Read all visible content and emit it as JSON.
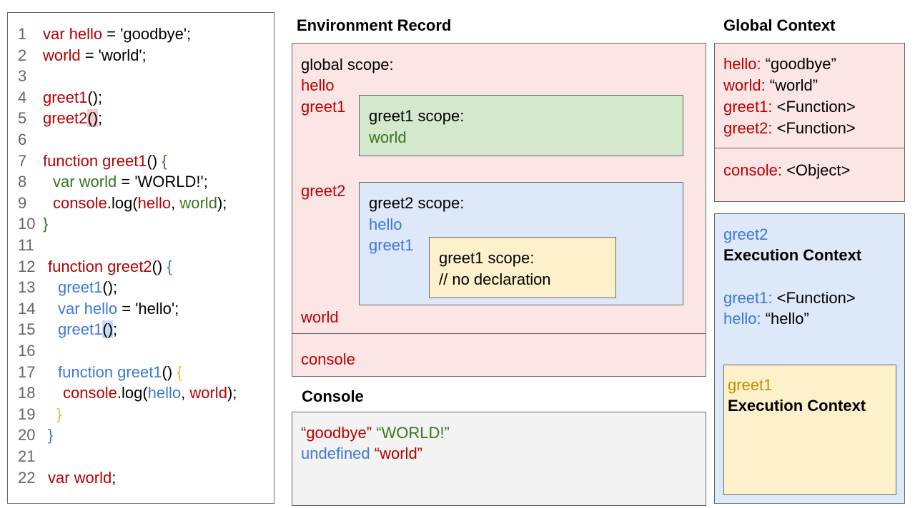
{
  "code": {
    "lines": [
      {
        "n": "1",
        "indent": 0,
        "tokens": [
          [
            "var hello",
            "r"
          ],
          [
            " = 'goodbye';",
            "k"
          ]
        ]
      },
      {
        "n": "2",
        "indent": 0,
        "tokens": [
          [
            "world",
            "r"
          ],
          [
            " = 'world';",
            "k"
          ]
        ]
      },
      {
        "n": "3",
        "indent": 0,
        "tokens": []
      },
      {
        "n": "4",
        "indent": 0,
        "tokens": [
          [
            "greet1",
            "r"
          ],
          [
            "();",
            "k"
          ]
        ]
      },
      {
        "n": "5",
        "indent": 0,
        "tokens": [
          [
            "greet2",
            "r"
          ],
          [
            "()",
            "hl-r"
          ],
          [
            ";",
            "k"
          ]
        ]
      },
      {
        "n": "6",
        "indent": 0,
        "tokens": []
      },
      {
        "n": "7",
        "indent": 0,
        "tokens": [
          [
            "function greet1",
            "r"
          ],
          [
            "() ",
            "k"
          ],
          [
            "{",
            "g"
          ]
        ]
      },
      {
        "n": "8",
        "indent": 14,
        "tokens": [
          [
            "var world",
            "g"
          ],
          [
            " = 'WORLD!';",
            "k"
          ]
        ]
      },
      {
        "n": "9",
        "indent": 14,
        "tokens": [
          [
            "console",
            "r"
          ],
          [
            ".log(",
            "k"
          ],
          [
            "hello",
            "r"
          ],
          [
            ", ",
            "k"
          ],
          [
            "world",
            "g"
          ],
          [
            ");",
            "k"
          ]
        ]
      },
      {
        "n": "10",
        "indent": 0,
        "tokens": [
          [
            "}",
            "g"
          ]
        ]
      },
      {
        "n": "11",
        "indent": 0,
        "tokens": []
      },
      {
        "n": "12",
        "indent": 7,
        "tokens": [
          [
            "function greet2",
            "r"
          ],
          [
            "() ",
            "k"
          ],
          [
            "{",
            "b"
          ]
        ]
      },
      {
        "n": "13",
        "indent": 21,
        "tokens": [
          [
            "greet1",
            "b"
          ],
          [
            "();",
            "k"
          ]
        ]
      },
      {
        "n": "14",
        "indent": 21,
        "tokens": [
          [
            "var hello",
            "b"
          ],
          [
            " = 'hello';",
            "k"
          ]
        ]
      },
      {
        "n": "15",
        "indent": 21,
        "tokens": [
          [
            "greet1",
            "b"
          ],
          [
            "()",
            "hl-b"
          ],
          [
            ";",
            "k"
          ]
        ]
      },
      {
        "n": "16",
        "indent": 0,
        "tokens": []
      },
      {
        "n": "17",
        "indent": 21,
        "tokens": [
          [
            "function greet1",
            "b"
          ],
          [
            "() ",
            "k"
          ],
          [
            "{",
            "y"
          ]
        ]
      },
      {
        "n": "18",
        "indent": 28,
        "tokens": [
          [
            "console",
            "r"
          ],
          [
            ".log(",
            "k"
          ],
          [
            "hello",
            "b"
          ],
          [
            ", ",
            "k"
          ],
          [
            "world",
            "r"
          ],
          [
            ");",
            "k"
          ]
        ]
      },
      {
        "n": "19",
        "indent": 19,
        "tokens": [
          [
            "}",
            "y"
          ]
        ]
      },
      {
        "n": "20",
        "indent": 7,
        "tokens": [
          [
            "}",
            "b"
          ]
        ]
      },
      {
        "n": "21",
        "indent": 0,
        "tokens": []
      },
      {
        "n": "22",
        "indent": 7,
        "tokens": [
          [
            "var world",
            "r"
          ],
          [
            ";",
            "k"
          ]
        ]
      }
    ]
  },
  "env": {
    "title": "Environment Record",
    "global_scope": "global scope:",
    "hello": "hello",
    "greet1": "greet1",
    "greet2": "greet2",
    "world": "world",
    "console": "console",
    "greet1_scope": {
      "title": "greet1 scope:",
      "var": "world"
    },
    "greet2_scope": {
      "title": "greet2 scope:",
      "vars": [
        "hello",
        "greet1"
      ]
    },
    "inner_greet1_scope": {
      "title": "greet1 scope:",
      "note": "// no declaration"
    }
  },
  "console": {
    "title": "Console",
    "line1": [
      "“goodbye”",
      "“WORLD!”"
    ],
    "line2": [
      "undefined",
      "“world”"
    ]
  },
  "global": {
    "title": "Global Context",
    "entries": [
      {
        "key": "hello:",
        "val": " “goodbye”"
      },
      {
        "key": "world:",
        "val": " “world”"
      },
      {
        "key": "greet1:",
        "val": " <Function>"
      },
      {
        "key": "greet2:",
        "val": " <Function>"
      }
    ],
    "console": {
      "key": "console:",
      "val": " <Object>"
    }
  },
  "greet2_ctx": {
    "name": "greet2",
    "label": "Execution Context",
    "entries": [
      {
        "key": "greet1:",
        "val": " <Function>"
      },
      {
        "key": "hello:",
        "val": " “hello”"
      }
    ]
  },
  "greet1_ctx": {
    "name": "greet1",
    "label": "Execution Context"
  },
  "colors": {
    "red": "#b80000",
    "green": "#38761d",
    "blue": "#3c78d8",
    "yellow": "#e6b830",
    "pink_bg": "#fce5e5",
    "green_bg": "#d3e8cc",
    "blue_bg": "#dde8f8",
    "yellow_bg": "#fdf1cb",
    "console_bg": "#f3f3f3"
  }
}
